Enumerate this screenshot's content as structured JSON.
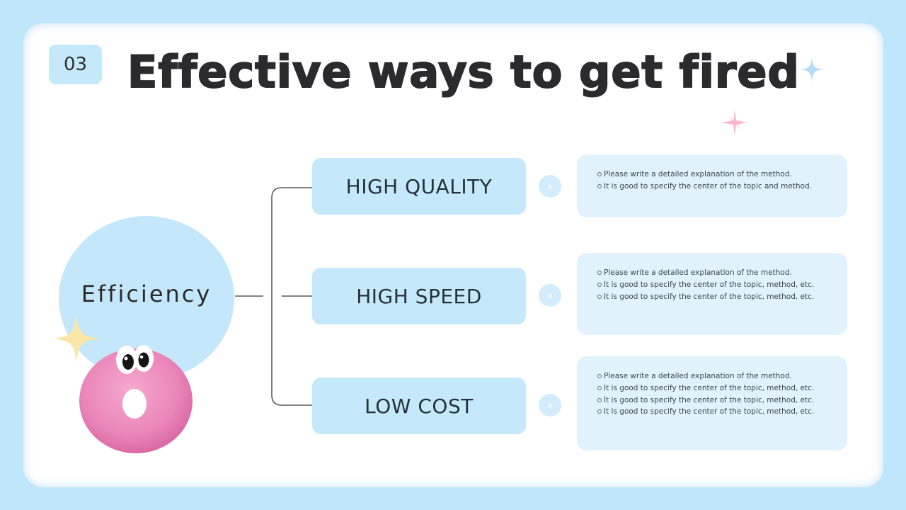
{
  "slide": {
    "number": "03",
    "title": "Effective ways to get fired"
  },
  "center_node": {
    "label": "Efficiency"
  },
  "methods": [
    {
      "label": "HIGH QUALITY",
      "details": [
        "Please write a detailed explanation of the method.",
        "It is good to specify the center of the topic and method."
      ]
    },
    {
      "label": "HIGH SPEED",
      "details": [
        "Please write a detailed explanation of the method.",
        "It is good to specify the center of the topic, method, etc.",
        "It is good to specify the center of the topic, method, etc."
      ]
    },
    {
      "label": "LOW COST",
      "details": [
        "Please write a detailed explanation of the method.",
        "It is good to specify the center of the topic, method, etc.",
        "It is good to specify the center of the topic, method, etc.",
        "It is good to specify the center of the topic, method, etc."
      ]
    }
  ],
  "icons": {
    "arrow": "chevron-right-icon",
    "decor": [
      "sparkle-blue-icon",
      "sparkle-pink-icon",
      "sparkle-yellow-icon",
      "fuzzy-donut-mascot"
    ]
  },
  "colors": {
    "background": "#bfe6fb",
    "card": "#ffffff",
    "box": "#c5e8fb",
    "detail_box": "#e1f2fd",
    "text": "#2b2b2e",
    "connector": "#5a5a5a"
  }
}
